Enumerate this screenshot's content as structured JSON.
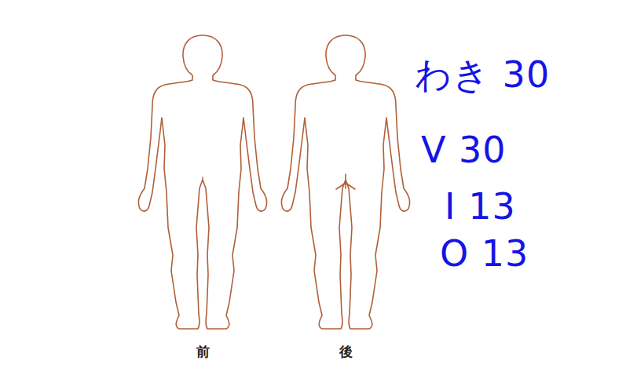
{
  "diagram": {
    "labels": [
      "前",
      "後",
      "わき 30",
      "V 30",
      "I 13",
      "O 13"
    ]
  }
}
